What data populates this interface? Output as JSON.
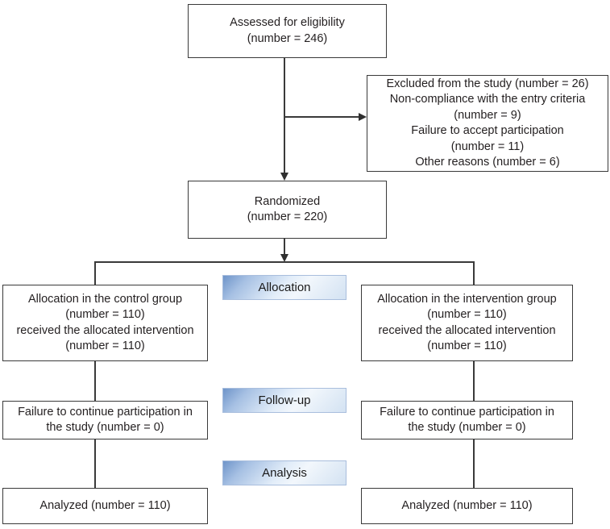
{
  "diagram": {
    "type": "consort-flow",
    "boxes": {
      "assessed": {
        "lines": [
          "Assessed for eligibility",
          "(number = 246)"
        ]
      },
      "excluded": {
        "lines": [
          "Excluded from the study (number = 26)",
          "Non-compliance with the entry criteria",
          "(number = 9)",
          "Failure to accept participation",
          "(number = 11)",
          "Other reasons (number = 6)"
        ]
      },
      "randomized": {
        "lines": [
          "Randomized",
          "(number = 220)"
        ]
      },
      "allocation_control": {
        "lines": [
          "Allocation in the control group",
          "(number = 110)",
          "received the allocated intervention",
          "(number = 110)"
        ]
      },
      "allocation_intervention": {
        "lines": [
          "Allocation in the intervention group",
          "(number = 110)",
          "received the allocated intervention",
          "(number = 110)"
        ]
      },
      "followup_control": {
        "lines": [
          "Failure to continue participation in",
          "the study (number = 0)"
        ]
      },
      "followup_intervention": {
        "lines": [
          "Failure to continue participation in",
          "the study (number = 0)"
        ]
      },
      "analyzed_control": {
        "lines": [
          "Analyzed (number = 110)"
        ]
      },
      "analyzed_intervention": {
        "lines": [
          "Analyzed (number = 110)"
        ]
      }
    },
    "stage_labels": {
      "allocation": "Allocation",
      "followup": "Follow-up",
      "analysis": "Analysis"
    },
    "colors": {
      "box_fill": "#ffffff",
      "box_border": "#3a3a3a",
      "connector": "#3a3a3a",
      "text": "#231f20",
      "stage_gradient_dark": "#6e94c9",
      "stage_gradient_light": "#f2f7fc",
      "stage_border": "#a9bedd"
    }
  }
}
